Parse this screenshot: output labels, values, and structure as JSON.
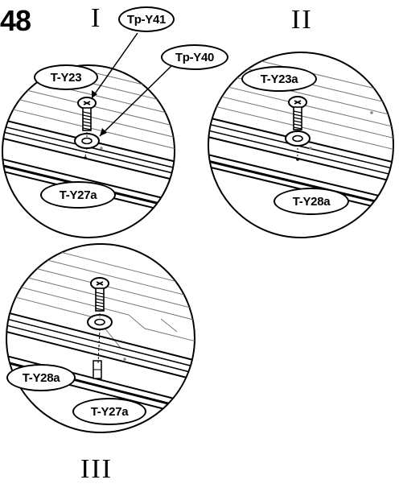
{
  "step_number": "48",
  "details": [
    {
      "id": "I",
      "label": "I",
      "callouts": [
        "Tp-Y41",
        "Tp-Y40",
        "T-Y23",
        "T-Y27a"
      ]
    },
    {
      "id": "II",
      "label": "II",
      "callouts": [
        "T-Y23a",
        "T-Y28a"
      ]
    },
    {
      "id": "III",
      "label": "III",
      "callouts": [
        "T-Y28a",
        "T-Y27a"
      ]
    }
  ]
}
